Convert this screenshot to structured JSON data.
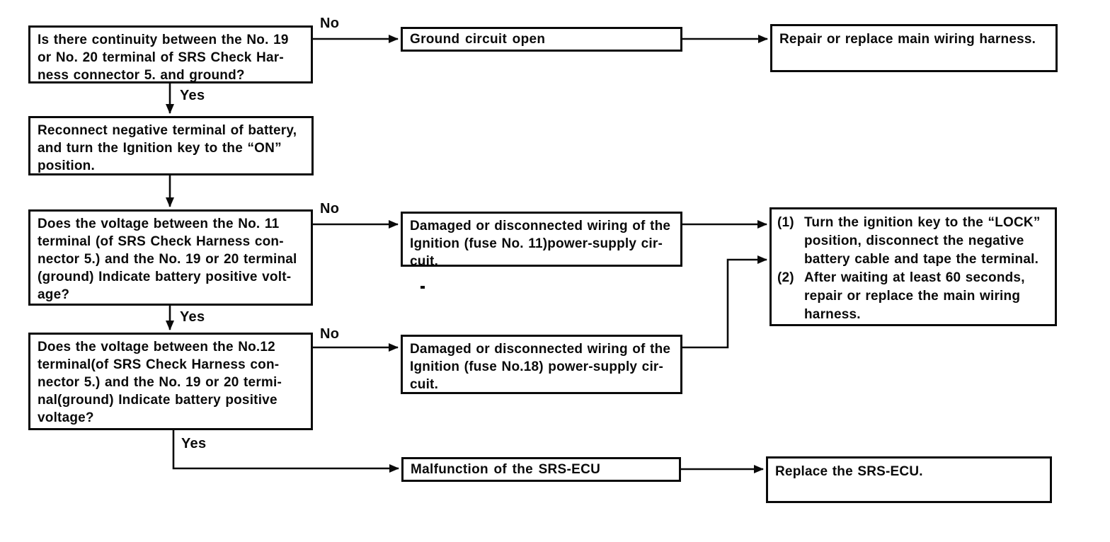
{
  "boxes": {
    "q_continuity": {
      "text": "Is there continuity between the No. 19\nor No. 20 terminal of SRS Check Har-\nness connector 5. and ground?"
    },
    "ground_circuit_open": {
      "text": "Ground circuit open"
    },
    "repair_main_harness": {
      "text": "Repair or replace main wiring harness."
    },
    "reconnect_battery": {
      "text": "Reconnect negative terminal of battery,\nand turn the Ignition key to the “ON”\nposition."
    },
    "q_voltage_no11": {
      "text": "Does the voltage between the No. 11\nterminal (of SRS Check Harness con-\nnector 5.) and the No. 19 or 20 terminal\n(ground) Indicate battery positive volt-\nage?"
    },
    "wiring_fuse11": {
      "text": "Damaged or disconnected wiring of the\nIgnition (fuse No. 11)power-supply cir-\ncuit."
    },
    "lock_procedure": {
      "items": [
        {
          "num": "(1)",
          "text": "Turn the ignition key to the “LOCK”\nposition, disconnect the negative\nbattery cable and tape the terminal."
        },
        {
          "num": "(2)",
          "text": "After waiting at least 60 seconds,\nrepair or replace the main wiring\nharness."
        }
      ]
    },
    "q_voltage_no12": {
      "text": "Does the voltage between the No.12\nterminal(of SRS Check Harness con-\nnector 5.) and the No. 19 or 20 termi-\nnal(ground) Indicate battery positive\nvoltage?"
    },
    "wiring_fuse18": {
      "text": "Damaged or disconnected wiring of the\nIgnition (fuse No.18) power-supply cir-\ncuit."
    },
    "malfunction_ecu": {
      "text": "Malfunction of the SRS-ECU"
    },
    "replace_ecu": {
      "text": "Replace the SRS-ECU."
    }
  },
  "connector_labels": {
    "no_continuity": "No",
    "yes_continuity": "Yes",
    "no_voltage11": "No",
    "yes_voltage11": "Yes",
    "no_voltage12": "No",
    "yes_voltage12": "Yes"
  },
  "line_color": "#0a0a0a"
}
